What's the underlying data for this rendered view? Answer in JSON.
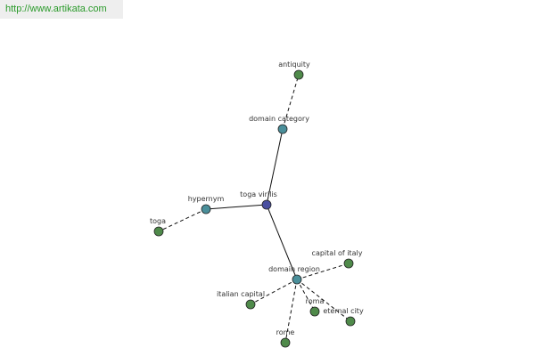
{
  "header": {
    "url": "http://www.artikata.com"
  },
  "colors": {
    "center": "#4a4fa0",
    "relation": "#4a8f9a",
    "leaf": "#4f8a4a",
    "banner_text": "#2a9a2a",
    "banner_bg": "#eeeeee"
  },
  "nodes": [
    {
      "id": "toga-virilis",
      "label": "toga virilis",
      "kind": "center"
    },
    {
      "id": "domain-category",
      "label": "domain category",
      "kind": "relation"
    },
    {
      "id": "antiquity",
      "label": "antiquity",
      "kind": "leaf"
    },
    {
      "id": "hypernym",
      "label": "hypernym",
      "kind": "relation"
    },
    {
      "id": "toga",
      "label": "toga",
      "kind": "leaf"
    },
    {
      "id": "domain-region",
      "label": "domain region",
      "kind": "relation"
    },
    {
      "id": "capital-of-italy",
      "label": "capital of italy",
      "kind": "leaf"
    },
    {
      "id": "italian-capital",
      "label": "italian capital",
      "kind": "leaf"
    },
    {
      "id": "roma",
      "label": "roma",
      "kind": "leaf"
    },
    {
      "id": "eternal-city",
      "label": "eternal city",
      "kind": "leaf"
    },
    {
      "id": "rome",
      "label": "rome",
      "kind": "leaf"
    }
  ],
  "edges": [
    {
      "from": "toga-virilis",
      "to": "domain-category",
      "style": "solid"
    },
    {
      "from": "domain-category",
      "to": "antiquity",
      "style": "dashed"
    },
    {
      "from": "toga-virilis",
      "to": "hypernym",
      "style": "solid"
    },
    {
      "from": "hypernym",
      "to": "toga",
      "style": "dashed"
    },
    {
      "from": "toga-virilis",
      "to": "domain-region",
      "style": "solid"
    },
    {
      "from": "domain-region",
      "to": "capital-of-italy",
      "style": "dashed"
    },
    {
      "from": "domain-region",
      "to": "italian-capital",
      "style": "dashed"
    },
    {
      "from": "domain-region",
      "to": "roma",
      "style": "dashed"
    },
    {
      "from": "domain-region",
      "to": "eternal-city",
      "style": "dashed"
    },
    {
      "from": "domain-region",
      "to": "rome",
      "style": "dashed"
    }
  ]
}
